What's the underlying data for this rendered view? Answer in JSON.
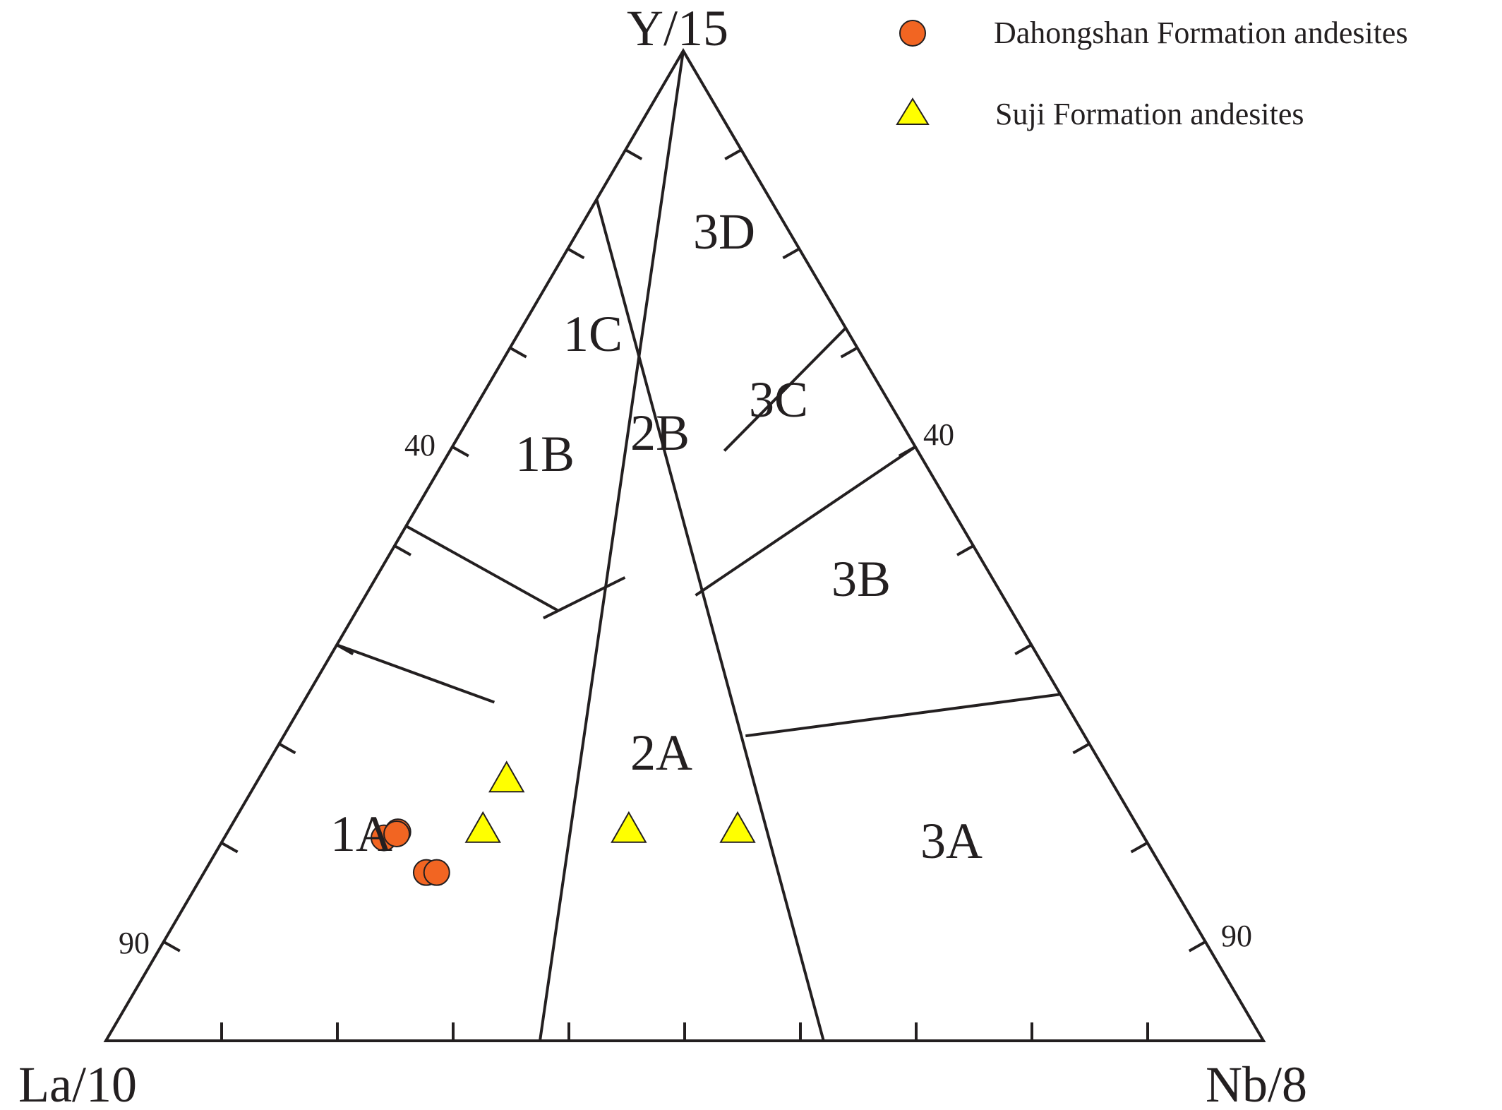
{
  "chart_data": {
    "type": "scatter",
    "subtype": "ternary",
    "vertices": {
      "top": "Y/15",
      "left": "La/10",
      "right": "Nb/8"
    },
    "tick_labels": {
      "left_edge": [
        "40",
        "90"
      ],
      "right_edge": [
        "40",
        "90"
      ]
    },
    "fields": [
      "1A",
      "1B",
      "1C",
      "2A",
      "2B",
      "3A",
      "3B",
      "3C",
      "3D"
    ],
    "legend_position": "top-right",
    "series": [
      {
        "name": "Dahongshan Formation andesites",
        "marker": "circle",
        "color": "#f26522",
        "points": [
          {
            "La": 65.7,
            "Y": 20.5,
            "Nb": 13.8
          },
          {
            "La": 64.2,
            "Y": 21.1,
            "Nb": 14.7
          },
          {
            "La": 64.4,
            "Y": 20.9,
            "Nb": 14.7
          },
          {
            "La": 63.8,
            "Y": 17.0,
            "Nb": 19.2
          },
          {
            "La": 62.9,
            "Y": 17.0,
            "Nb": 20.1
          }
        ]
      },
      {
        "name": "Suji Formation andesites",
        "marker": "triangle",
        "color": "#ffff00",
        "points": [
          {
            "La": 52.2,
            "Y": 26.3,
            "Nb": 21.5
          },
          {
            "La": 56.8,
            "Y": 21.2,
            "Nb": 22.0
          },
          {
            "La": 44.2,
            "Y": 21.2,
            "Nb": 34.6
          },
          {
            "La": 34.8,
            "Y": 21.2,
            "Nb": 44.0
          }
        ]
      }
    ]
  }
}
